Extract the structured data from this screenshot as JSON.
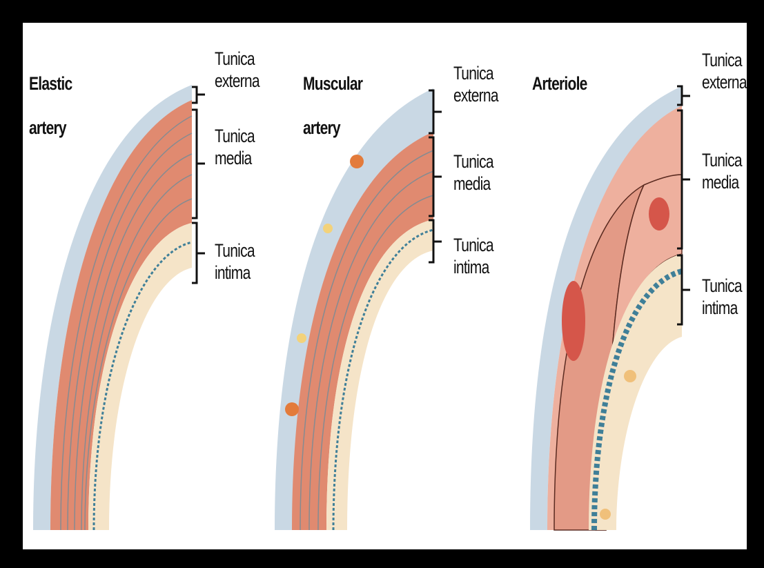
{
  "panels": [
    {
      "title_line1": "Elastic",
      "title_line2": "artery",
      "labels": [
        {
          "line1": "Tunica",
          "line2": "externa"
        },
        {
          "line1": "Tunica",
          "line2": "media"
        },
        {
          "line1": "Tunica",
          "line2": "intima"
        }
      ]
    },
    {
      "title_line1": "Muscular",
      "title_line2": "artery",
      "labels": [
        {
          "line1": "Tunica",
          "line2": "externa"
        },
        {
          "line1": "Tunica",
          "line2": "media"
        },
        {
          "line1": "Tunica",
          "line2": "intima"
        }
      ]
    },
    {
      "title_line1": "Arteriole",
      "title_line2": "",
      "labels": [
        {
          "line1": "Tunica",
          "line2": "externa"
        },
        {
          "line1": "Tunica",
          "line2": "media"
        },
        {
          "line1": "Tunica",
          "line2": "intima"
        }
      ]
    }
  ],
  "colors": {
    "externa": "#c9d8e4",
    "media": "#e08a70",
    "media_light": "#eeb09e",
    "intima": "#f5e4c8",
    "elastic": "#3f7f98",
    "frame": "#000000"
  }
}
